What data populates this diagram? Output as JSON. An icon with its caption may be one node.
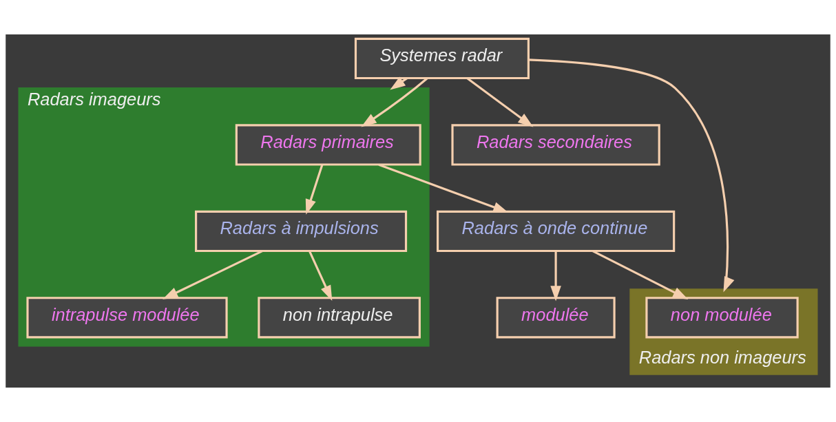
{
  "diagram": {
    "nodes": [
      {
        "text": [
          "Systemes radar"
        ]
      },
      {
        "text": [
          "Radars imageurs"
        ]
      },
      {
        "text": [
          "Radars secondaires"
        ]
      },
      {
        "text": [
          "Radars non imageurs"
        ]
      },
      {
        "text": [
          "Radars primaires"
        ],
        "in": 1
      },
      {
        "text": [
          "Radars à impulsions"
        ],
        "in": 1
      },
      {
        "text": [
          "Radars à onde continue"
        ]
      },
      {
        "text": [
          "intrapulse modulée"
        ],
        "in": 1
      },
      {
        "text": [
          "non intrapulse"
        ],
        "in": 1
      },
      {
        "text": [
          "modulée"
        ]
      },
      {
        "text": [
          "non modulée"
        ],
        "in": 3
      }
    ],
    "edges": [
      {
        "from": 0,
        "to": 1,
        "arrow": "to"
      },
      {
        "from": 0,
        "to": 4,
        "arrow": "to"
      },
      {
        "from": 0,
        "to": 2,
        "arrow": "to"
      },
      {
        "from": 0,
        "to": 3,
        "arrow": "to"
      },
      {
        "from": 4,
        "to": 5,
        "arrow": "to"
      },
      {
        "from": 4,
        "to": 6,
        "arrow": "to"
      },
      {
        "from": 5,
        "to": 7,
        "arrow": "to"
      },
      {
        "from": 5,
        "to": 8,
        "arrow": "to"
      },
      {
        "from": 6,
        "to": 9,
        "arrow": "to"
      },
      {
        "from": 6,
        "to": 10,
        "arrow": "to"
      }
    ]
  }
}
